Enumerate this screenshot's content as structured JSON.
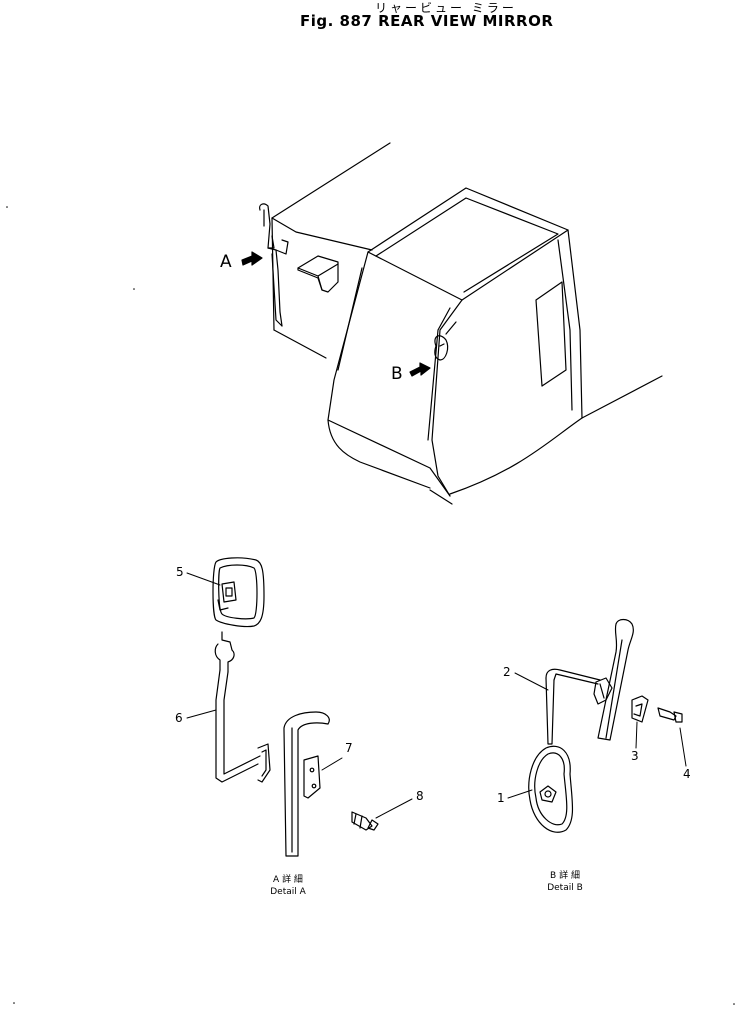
{
  "title": {
    "japanese": "リャービュー ミラー",
    "figure": "Fig. 887  REAR  VIEW  MIRROR"
  },
  "view_markers": {
    "a": "A",
    "b": "B"
  },
  "part_callouts": [
    "5",
    "6",
    "7",
    "8",
    "2",
    "1",
    "3",
    "4"
  ],
  "details": {
    "a": {
      "japanese": "A 詳 細",
      "english": "Detail  A"
    },
    "b": {
      "japanese": "B 詳 細",
      "english": "Detail  B"
    }
  }
}
